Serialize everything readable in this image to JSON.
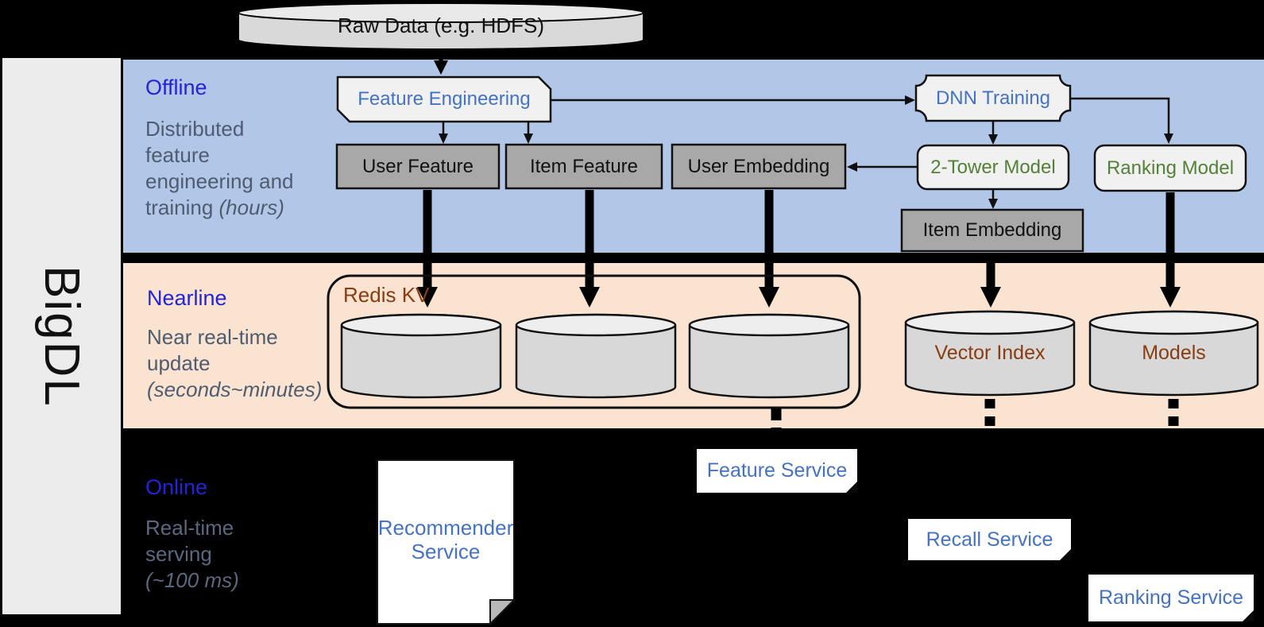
{
  "brand": {
    "name": "BigDL"
  },
  "datasource": {
    "label": "Raw Data (e.g. HDFS)"
  },
  "sections": {
    "offline": {
      "title": "Offline",
      "desc": "Distributed feature engineering and training",
      "desc_note": "(hours)"
    },
    "nearline": {
      "title": "Nearline",
      "desc": "Near real-time update",
      "desc_note": "(seconds~minutes)"
    },
    "online": {
      "title": "Online",
      "desc": "Real-time serving",
      "desc_note": "(~100 ms)"
    }
  },
  "nodes": {
    "feature_engineering": "Feature Engineering",
    "dnn_training": "DNN Training",
    "user_feature": "User Feature",
    "item_feature": "Item Feature",
    "user_embedding": "User Embedding",
    "two_tower_model": "2-Tower Model",
    "ranking_model": "Ranking Model",
    "item_embedding": "Item Embedding",
    "redis_kv": "Redis KV",
    "vector_index": "Vector Index",
    "models": "Models",
    "recommender_service": "Recommender Service",
    "feature_service": "Feature Service",
    "recall_service": "Recall Service",
    "ranking_service": "Ranking Service"
  },
  "colors": {
    "accent_blue": "#4472c4",
    "accent_green": "#538135",
    "accent_brown": "#8a3c10",
    "section_title_blue": "#2323d7",
    "offline_bg": "#b2c6e8",
    "nearline_bg": "#fbe3d2",
    "online_bg": "#000000",
    "box_gray": "#a8a8a8",
    "shape_light": "#f1f1f1",
    "cylinder_gray": "#d8d8d8",
    "sidebar_gray": "#ececec"
  }
}
